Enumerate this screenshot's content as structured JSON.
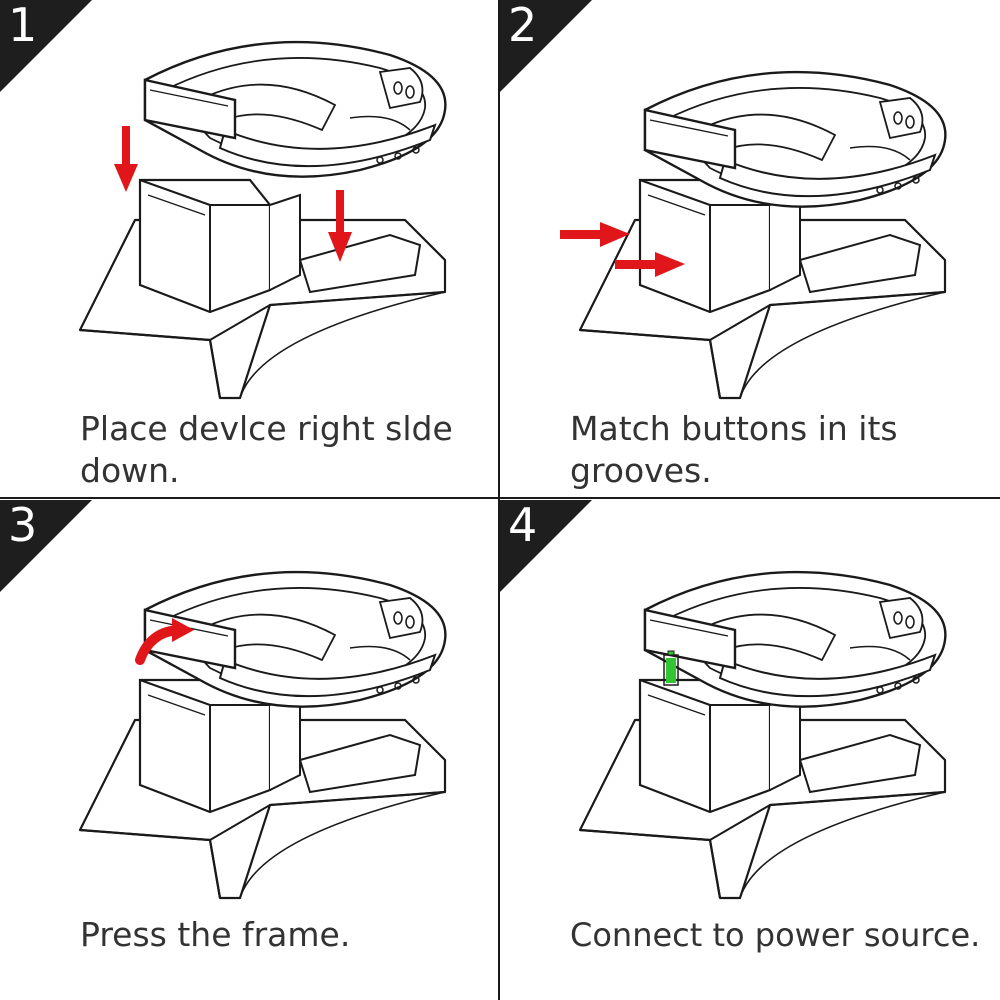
{
  "steps": [
    {
      "number": "1",
      "caption": "Place devlce right slde down."
    },
    {
      "number": "2",
      "caption": "Match buttons in its grooves."
    },
    {
      "number": "3",
      "caption": "Press the frame."
    },
    {
      "number": "4",
      "caption": "Connect to power source."
    }
  ],
  "colors": {
    "arrow": "#e0161b",
    "battery": "#33c433",
    "badge": "#1e1e1e",
    "outline": "#1a1a1a"
  },
  "icons": [
    "down-arrow-icon",
    "right-arrow-icon",
    "curved-arrow-icon",
    "battery-icon"
  ]
}
